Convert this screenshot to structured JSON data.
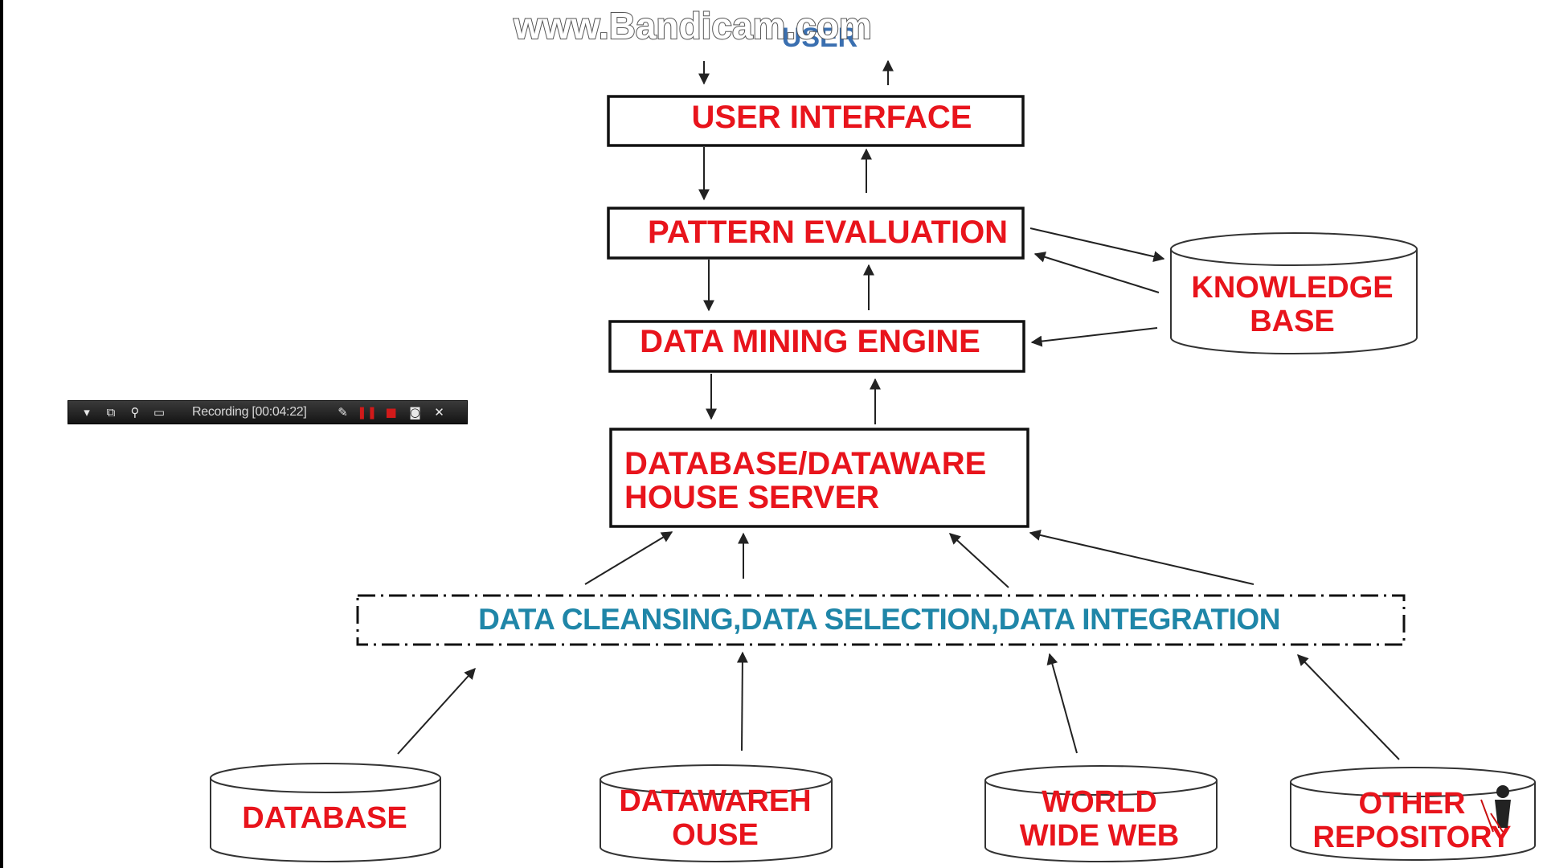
{
  "watermark": {
    "text": "www.Bandicam.com"
  },
  "diagram": {
    "top_label": "USER",
    "boxes": {
      "user_interface": "USER INTERFACE",
      "pattern_evaluation": "PATTERN EVALUATION",
      "data_mining_engine": "DATA MINING ENGINE",
      "db_server_line1": "DATABASE/DATAWARE",
      "db_server_line2": "HOUSE SERVER"
    },
    "knowledge_base": {
      "line1": "KNOWLEDGE",
      "line2": "BASE"
    },
    "preprocessing": "DATA CLEANSING,DATA SELECTION,DATA INTEGRATION",
    "sources": {
      "database": "DATABASE",
      "datawarehouse_line1": "DATAWAREH",
      "datawarehouse_line2": "OUSE",
      "www_line1": "WORLD",
      "www_line2": "WIDE WEB",
      "other_line1": "OTHER",
      "other_line2": "REPOSITORY"
    },
    "colors": {
      "label_red": "#e8141c",
      "label_blue": "#1f86a8",
      "stroke": "#111111"
    }
  },
  "recorder": {
    "status": "Recording [00:04:22]",
    "icons": [
      "dropdown-icon",
      "window-icon",
      "zoom-icon",
      "region-icon",
      "pencil-icon",
      "pause-icon",
      "stop-icon",
      "camera-icon",
      "close-icon"
    ]
  }
}
